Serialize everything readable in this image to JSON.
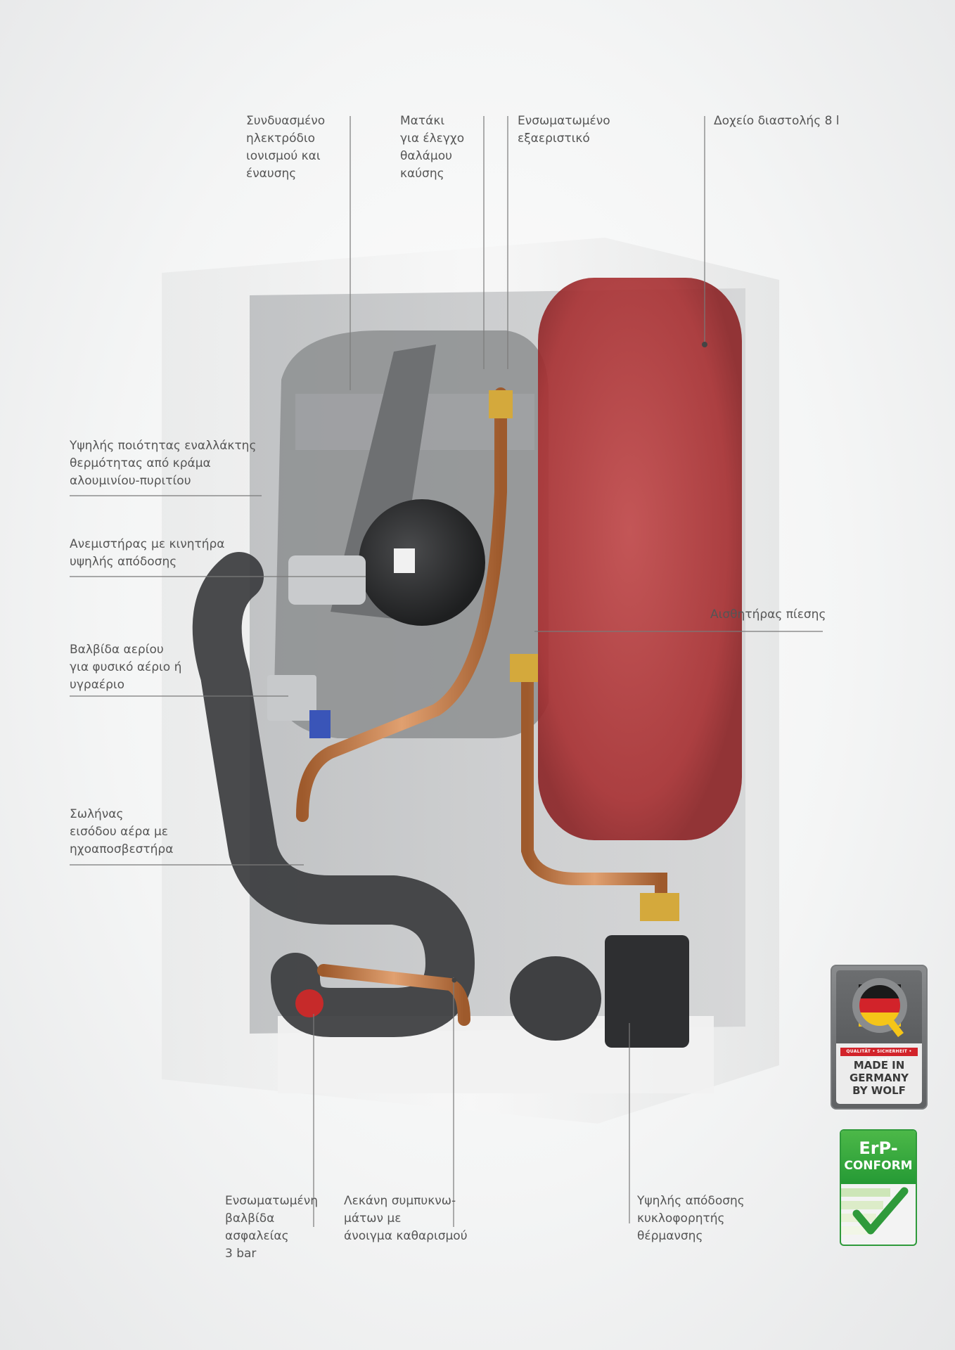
{
  "labels": {
    "electrode": "Συνδυασμένο\nηλεκτρόδιο\nιονισμού και\nέναυσης",
    "sight_glass": "Ματάκι\nγια έλεγχο\nθαλάμου\nκαύσης",
    "deaerator": "Ενσωματωμένο\nεξαεριστικό",
    "expansion_tank": "Δοχείο διαστολής 8 l",
    "heat_exchanger": "Υψηλής ποιότητας εναλλάκτης\nθερμότητας από κράμα\nαλουμινίου-πυριτίου",
    "fan": "Ανεμιστήρας με κινητήρα\nυψηλής απόδοσης",
    "gas_valve": "Βαλβίδα αερίου\nγια φυσικό αέριο ή\nυγραέριο",
    "air_hose": "Σωλήνας\nεισόδου αέρα με\nηχοαποσβεστήρα",
    "pressure_sensor": "Αισθητήρας πίεσης",
    "safety_valve": "Ενσωματωμένη\nβαλβίδα\nασφαλείας\n3 bar",
    "condensate_trap": "Λεκάνη συμπυκνω-\nμάτων με\nάνοιγμα καθαρισμού",
    "circulator": "Υψηλής απόδοσης\nκυκλοφορητής\nθέρμανσης"
  },
  "badges": {
    "quality_strip": "QUALITÄT • SICHERHEIT • ZUKUNFT",
    "made_in": "MADE IN\nGERMANY\nBY WOLF",
    "erp_line1": "ErP-",
    "erp_line2": "CONFORM"
  },
  "colors": {
    "tank_red": "#b8383a",
    "copper": "#c77a43",
    "casing": "#f2f2f2",
    "erp_green": "#2f9a3b",
    "flag_red": "#d2232a",
    "flag_gold": "#f5c518"
  }
}
